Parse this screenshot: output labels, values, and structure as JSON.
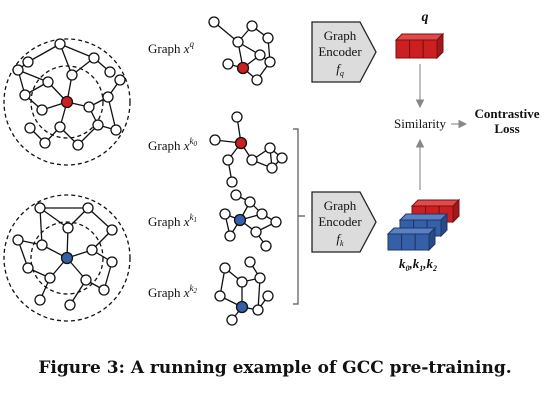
{
  "graph_labels": [
    {
      "base": "Graph ",
      "var": "x",
      "sup": "q",
      "sub": ""
    },
    {
      "base": "Graph ",
      "var": "x",
      "sup": "k",
      "sub": "0"
    },
    {
      "base": "Graph ",
      "var": "x",
      "sup": "k",
      "sub": "1"
    },
    {
      "base": "Graph ",
      "var": "x",
      "sup": "k",
      "sub": "2"
    }
  ],
  "encoder_q": {
    "line1": "Graph",
    "line2": "Encoder",
    "fn": "f",
    "fn_sub": "q"
  },
  "encoder_k": {
    "line1": "Graph",
    "line2": "Encoder",
    "fn": "f",
    "fn_sub": "k"
  },
  "q_label": "q",
  "k_label": {
    "k0": "k",
    "s0": "0",
    "k1": "k",
    "s1": "1",
    "k2": "k",
    "s2": "2",
    "sep": ","
  },
  "similarity": "Similarity",
  "contrastive": {
    "line1": "Contrastive",
    "line2": "Loss"
  },
  "caption": "Figure 3: A running example of GCC pre-training.",
  "colors": {
    "red": "#cc1f1f",
    "blue": "#3560a8",
    "box": "#dcdcdc",
    "arrow": "#888888"
  }
}
